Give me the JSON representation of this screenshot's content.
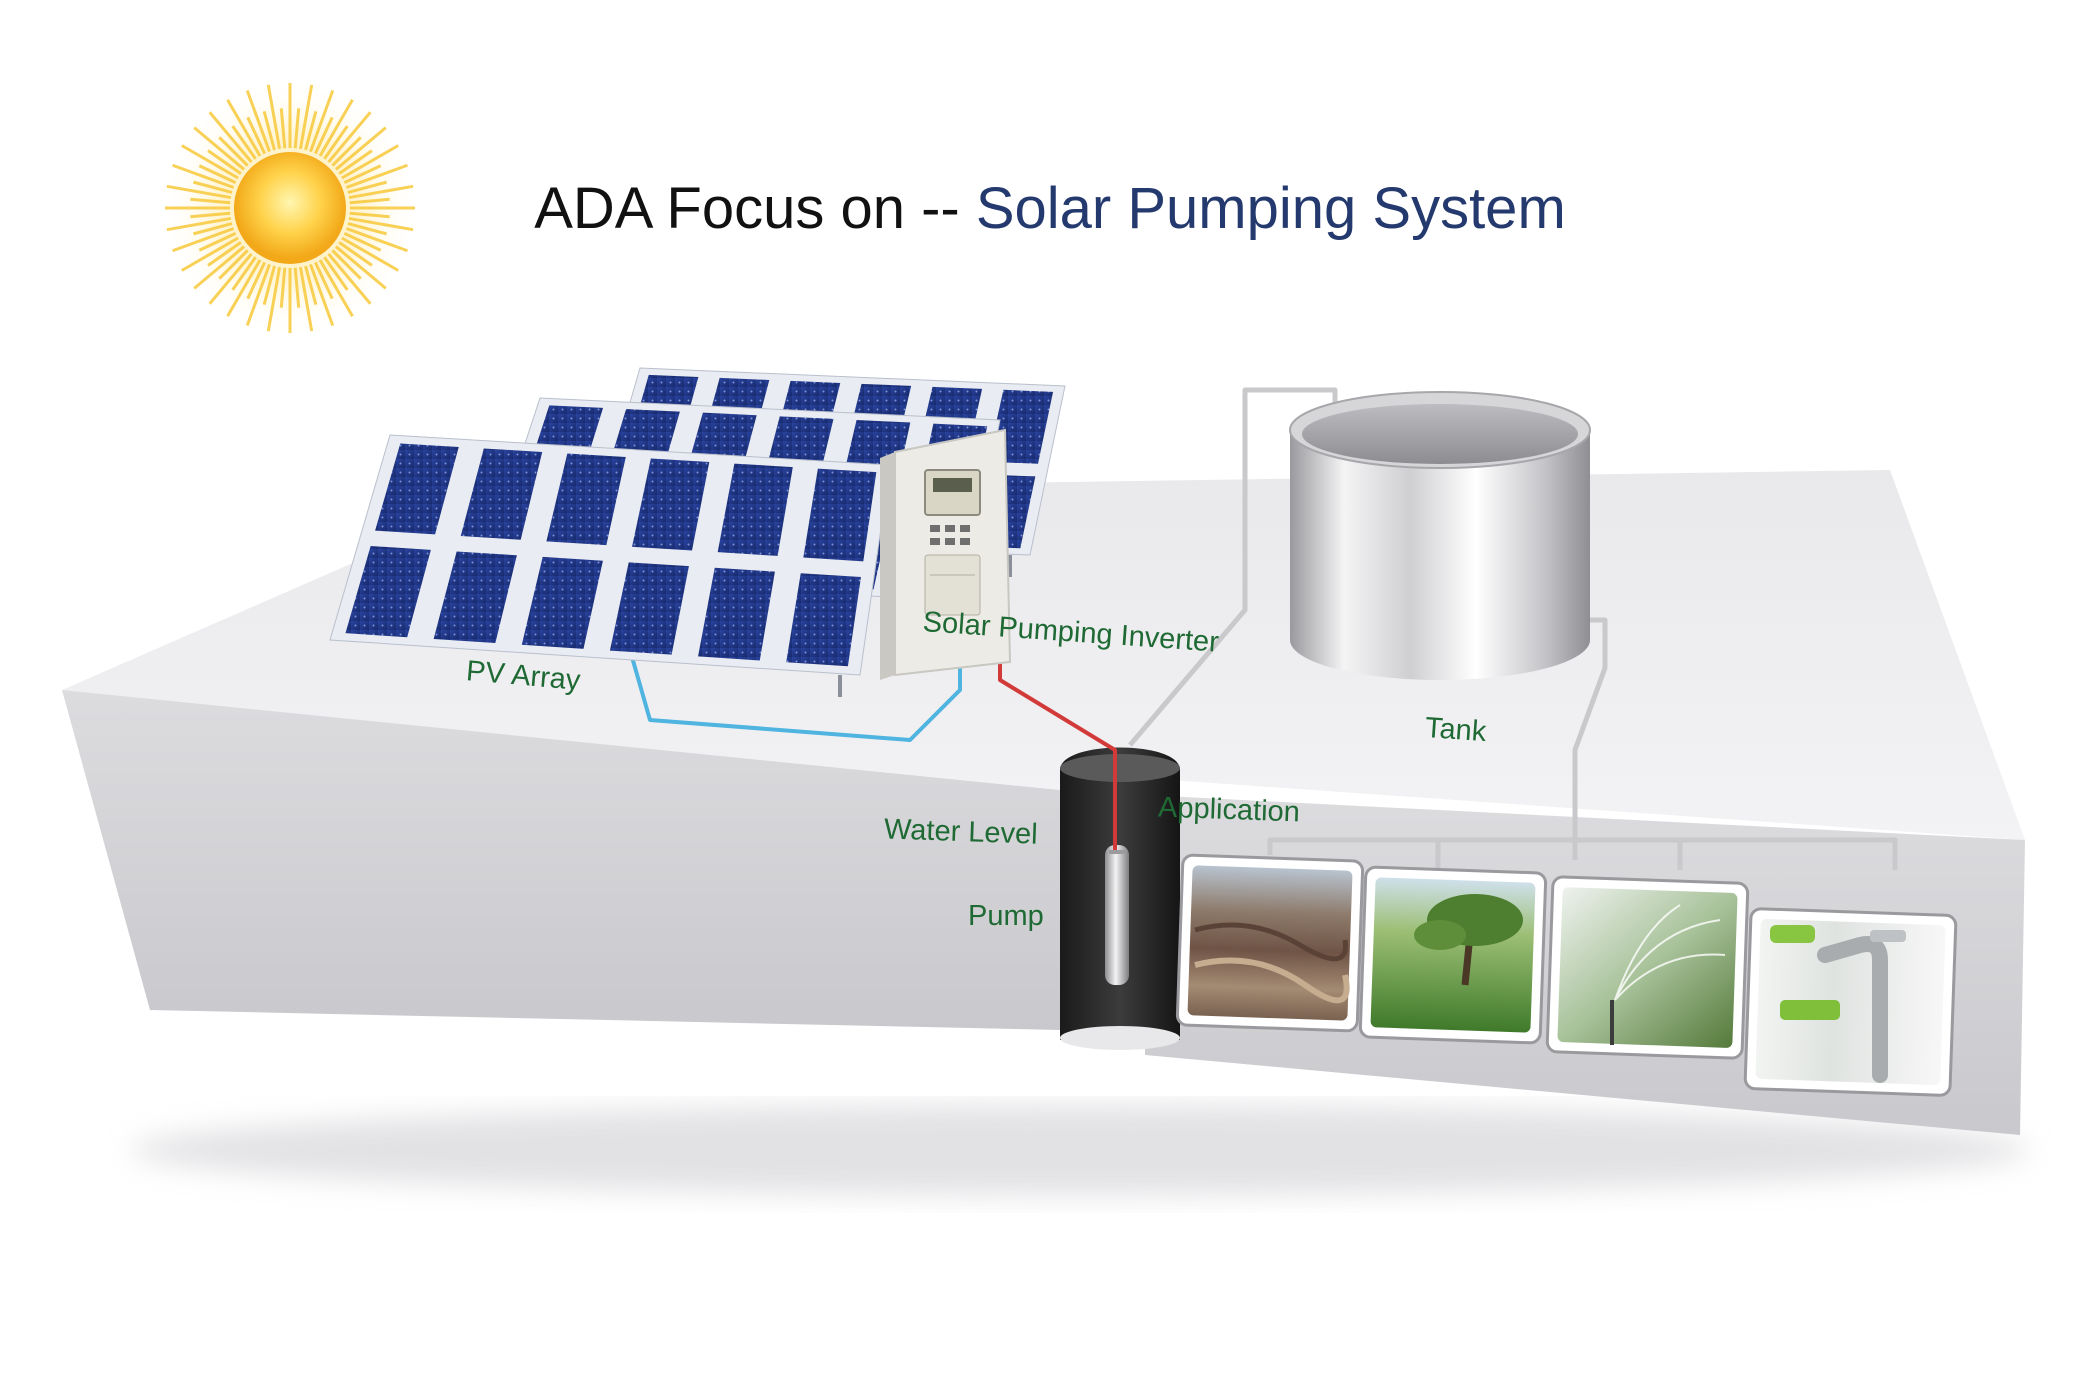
{
  "title": {
    "prefix": "ADA Focus on -- ",
    "highlight": "Solar Pumping System"
  },
  "labels": {
    "pv_array": "PV Array",
    "inverter": "Solar Pumping Inverter",
    "tank": "Tank",
    "water_level": "Water Level",
    "application": "Application",
    "pump": "Pump"
  },
  "applications": [
    {
      "name": "canyon-photo"
    },
    {
      "name": "grassland-tree-photo"
    },
    {
      "name": "sprinkler-irrigation-photo"
    },
    {
      "name": "faucet-photo"
    }
  ],
  "colors": {
    "title_text": "#111111",
    "title_accent": "#243a6e",
    "label_text": "#1f6a34",
    "panel_blue": "#1b2f78",
    "dc_wire": "#4fb4e0",
    "pump_wire": "#d23a3a"
  }
}
